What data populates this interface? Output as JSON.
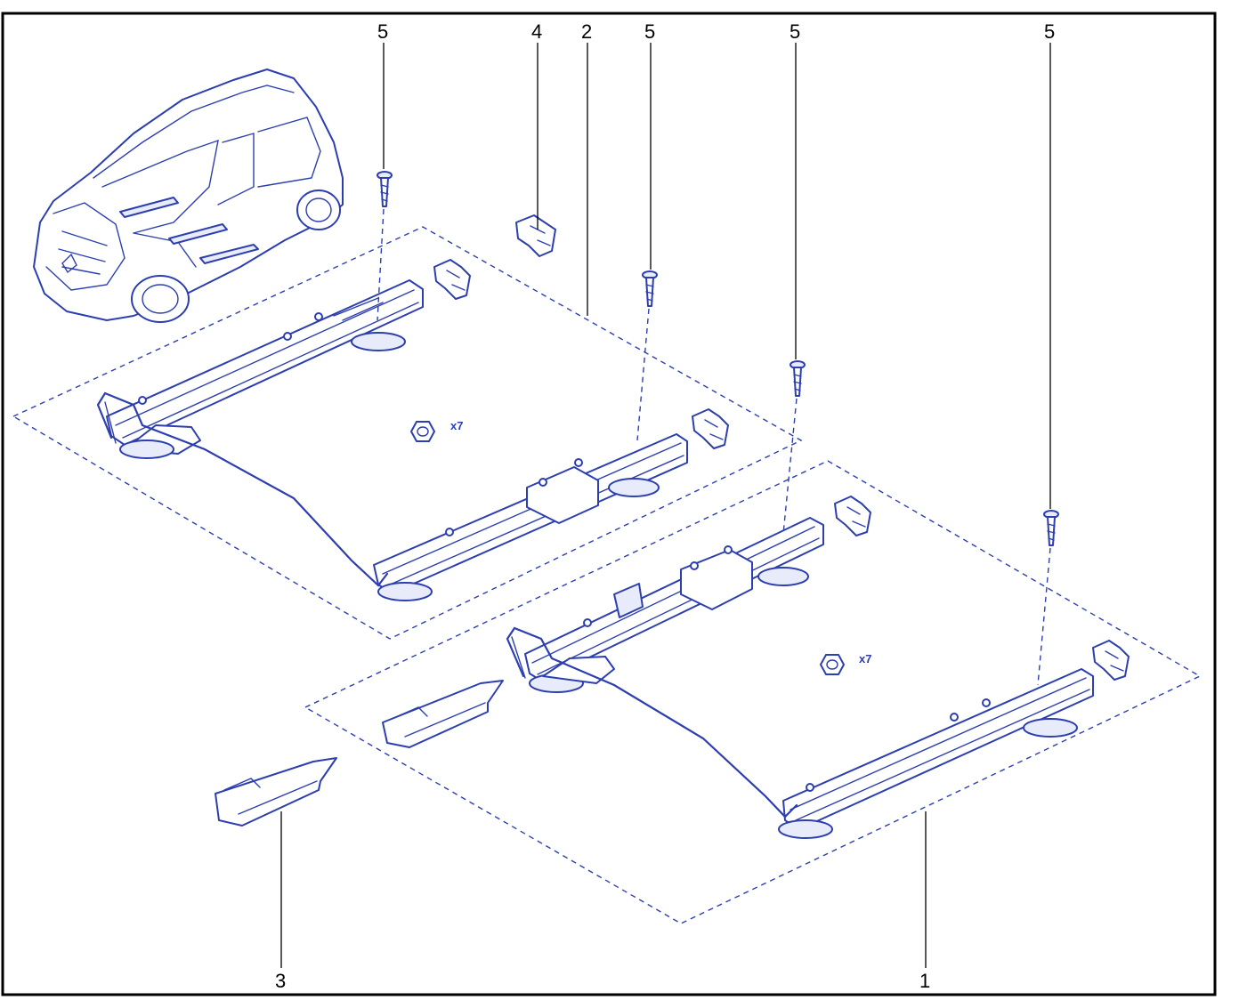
{
  "colors": {
    "ink": "#2d3fae",
    "frame": "#000000",
    "background": "#ffffff"
  },
  "callouts": {
    "c5a": "5",
    "c4": "4",
    "c2": "2",
    "c5b": "5",
    "c5c": "5",
    "c5d": "5",
    "c3": "3",
    "c1": "1"
  },
  "quantities": {
    "nut_upper": "x7",
    "nut_lower": "x7"
  },
  "parts": {
    "1": "seat-rail-assembly-lower",
    "2": "seat-rail-assembly-upper",
    "3": "rail-end-cover",
    "4": "rail-clip",
    "5": "screw"
  },
  "icons": [
    "car-illustration",
    "screw-icon",
    "nut-icon",
    "clip-icon"
  ]
}
